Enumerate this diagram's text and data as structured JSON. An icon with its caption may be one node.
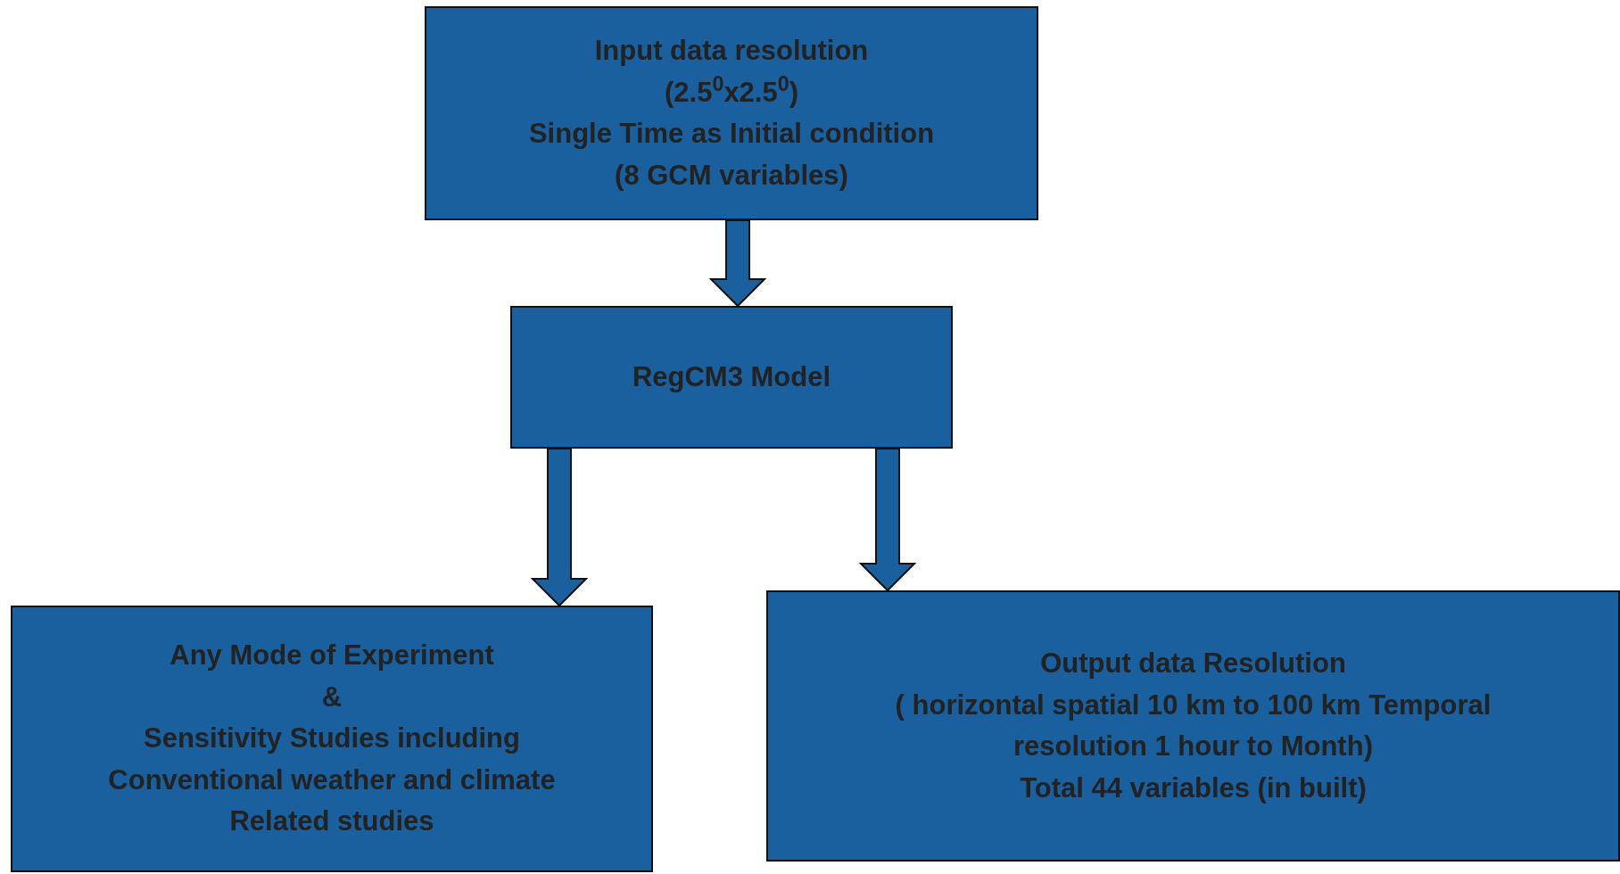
{
  "diagram": {
    "nodes": [
      {
        "text": [
          "Input data resolution",
          "(2.5$^{0}$x2.5$^{0}$)",
          "Single Time as Initial condition",
          "(8 GCM variables)"
        ]
      },
      {
        "text": [
          "RegCM3 Model"
        ]
      },
      {
        "text": [
          "Any Mode of Experiment",
          "&",
          "Sensitivity Studies including Conventional weather and climate Related studies"
        ]
      },
      {
        "text": [
          "Output data Resolution",
          "( horizontal spatial 10 km to 100 km Temporal resolution 1 hour to Month)",
          "Total 44 variables (in built)"
        ]
      }
    ],
    "edges": [
      {
        "from": 0,
        "to": 1,
        "arrow": "to"
      },
      {
        "from": 1,
        "to": 2,
        "arrow": "to"
      },
      {
        "from": 1,
        "to": 3,
        "arrow": "to"
      }
    ]
  }
}
